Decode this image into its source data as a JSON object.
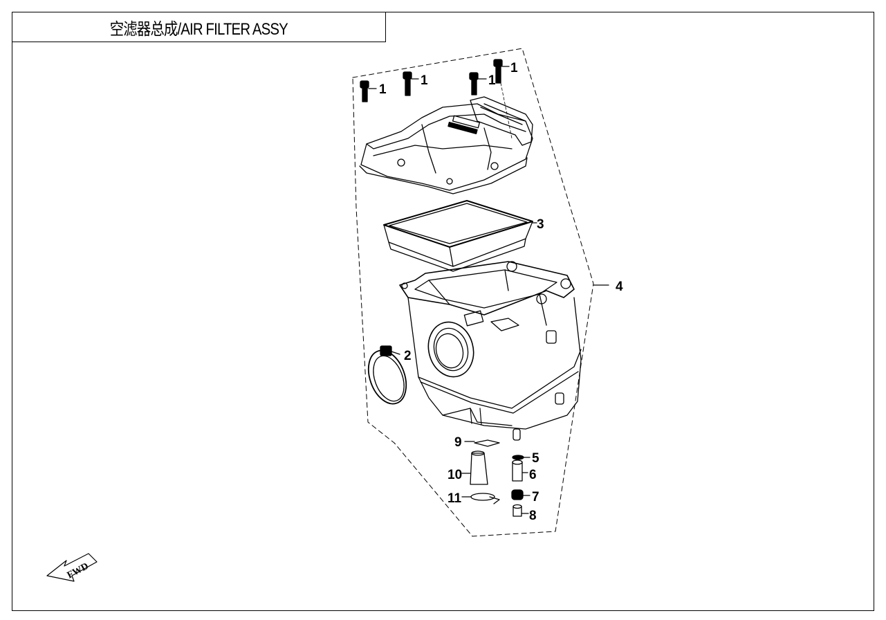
{
  "title": "空滤器总成/AIR FILTER ASSY",
  "direction_label": "FWD",
  "callouts": {
    "bolt_a": "1",
    "bolt_b": "1",
    "bolt_c": "1",
    "bolt_d": "1",
    "clamp": "2",
    "filter_element": "3",
    "assembly": "4",
    "part5": "5",
    "part6": "6",
    "part7": "7",
    "part8": "8",
    "part9": "9",
    "part10": "10",
    "part11": "11"
  },
  "colors": {
    "line": "#000000",
    "background": "#ffffff"
  }
}
